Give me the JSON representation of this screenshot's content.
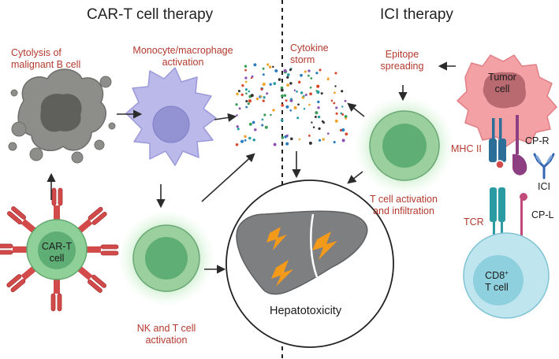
{
  "titles": {
    "car_t_therapy": "CAR-T cell therapy",
    "ici_therapy": "ICI therapy"
  },
  "labels": {
    "cytolysis_line1": "Cytolysis of",
    "cytolysis_line2": "malignant B cell",
    "monocyte_line1": "Monocyte/macrophage",
    "monocyte_line2": "activation",
    "cytokine_line1": "Cytokine",
    "cytokine_line2": "storm",
    "epitope_line1": "Epitope",
    "epitope_line2": "spreading",
    "tumor_line1": "Tumor",
    "tumor_line2": "cell",
    "car_t_line1": "CAR-T",
    "car_t_line2": "cell",
    "mhc": "MHC II",
    "cp_r": "CP-R",
    "ici": "ICI",
    "t_activation_line1": "T cell activation",
    "t_activation_line2": "and infiltration",
    "tcr": "TCR",
    "cp_l": "CP-L",
    "cd8_main": "CD8",
    "cd8_sup": "+",
    "cd8_line2": "T cell",
    "nk_line1": "NK and T cell",
    "nk_line2": "activation",
    "hepatotoxicity": "Hepatotoxicity"
  },
  "colors": {
    "label_red": "#b33a2e",
    "car_t_green": "#8fcf98",
    "activated_green": "#9ccf9e",
    "macrophage_lavender": "#bab9ea",
    "tumor_pink": "#f3a1a4",
    "cd8_blue": "#bfe6ee",
    "liver_gray": "#7d7f80",
    "lightning_orange": "#f39a1b",
    "receptor_red": "#d24a4a",
    "mhc_blue": "#2b6f98",
    "tcr_teal": "#2a9aa3",
    "cp_purple": "#8e3f82",
    "cp_l_pink": "#c04a7a",
    "ici_antibody_blue": "#3566b0",
    "cytokine_dots": [
      "#2b7bbf",
      "#d9482b",
      "#f0a22a",
      "#3a9e58",
      "#8a4fb1",
      "#2a9aa3",
      "#333333"
    ]
  }
}
